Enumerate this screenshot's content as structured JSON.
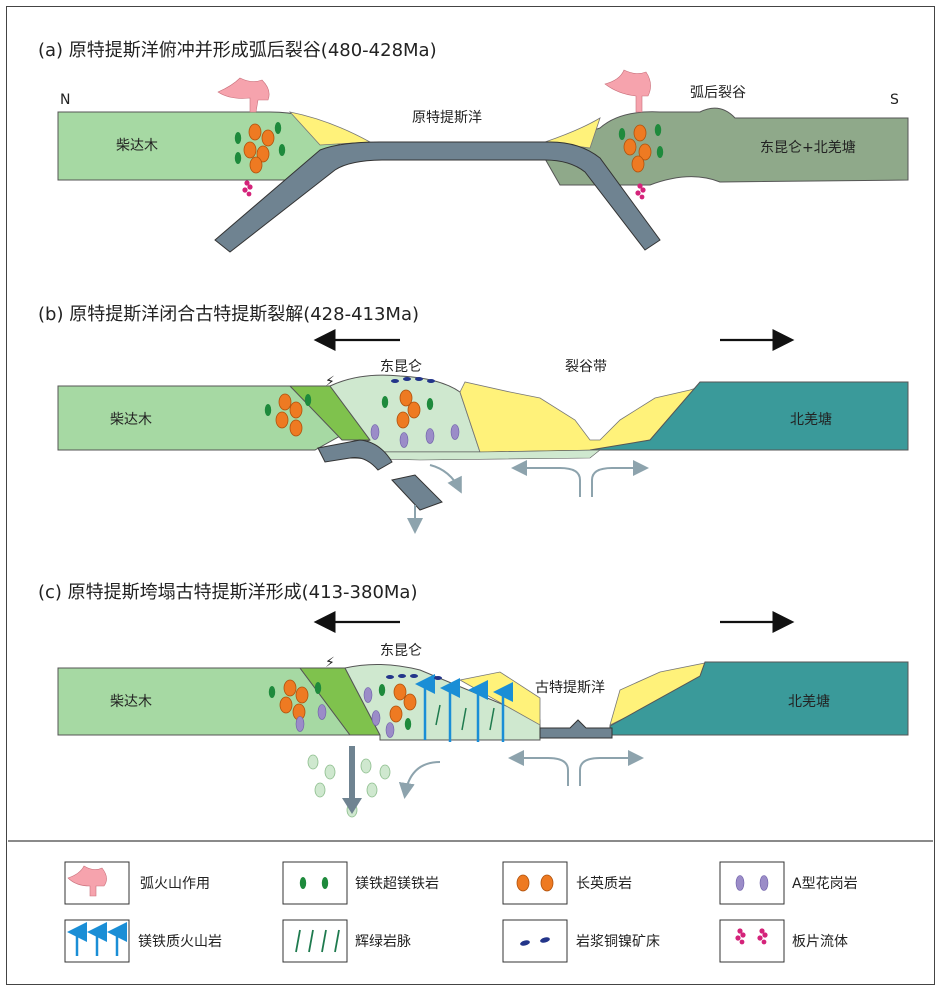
{
  "panels": {
    "a": {
      "title": "(a) 原特提斯洋俯冲并形成弧后裂谷(480-428Ma)",
      "north": "N",
      "south": "S",
      "left_block": "柴达木",
      "ocean": "原特提斯洋",
      "backarc": "弧后裂谷",
      "right_block": "东昆仑+北羌塘"
    },
    "b": {
      "title": "(b) 原特提斯洋闭合古特提斯裂解(428-413Ma)",
      "left_block": "柴达木",
      "middle_block": "东昆仑",
      "rift": "裂谷带",
      "right_block": "北羌塘"
    },
    "c": {
      "title": "(c) 原特提斯垮塌古特提斯洋形成(413-380Ma)",
      "left_block": "柴达木",
      "middle_block": "东昆仑",
      "ocean": "古特提斯洋",
      "right_block": "北羌塘"
    }
  },
  "legend": {
    "items": [
      {
        "label": "弧火山作用",
        "icon": "arc-volcanism-icon"
      },
      {
        "label": "镁铁超镁铁岩",
        "icon": "mafic-ultramafic-icon"
      },
      {
        "label": "长英质岩",
        "icon": "felsic-rock-icon"
      },
      {
        "label": "A型花岗岩",
        "icon": "a-type-granite-icon"
      },
      {
        "label": "镁铁质火山岩",
        "icon": "mafic-volcanic-icon"
      },
      {
        "label": "辉绿岩脉",
        "icon": "diabase-dike-icon"
      },
      {
        "label": "岩浆铜镍矿床",
        "icon": "cu-ni-deposit-icon"
      },
      {
        "label": "板片流体",
        "icon": "slab-fluid-icon"
      }
    ]
  },
  "colors": {
    "continent_light": "#a6d9a3",
    "continent_pale": "#cfe8cf",
    "continent_grey": "#8fa98a",
    "teal": "#3a9a9a",
    "slab": "#6f8391",
    "sediment": "#fff27a",
    "mafic": "#1e8a3c",
    "felsic": "#ee7a22",
    "granite": "#9b8cc8",
    "arrow_blue": "#1a8ed6",
    "deposit": "#23358a",
    "fluid": "#d4237a",
    "volcano": "#f6a3ad"
  }
}
